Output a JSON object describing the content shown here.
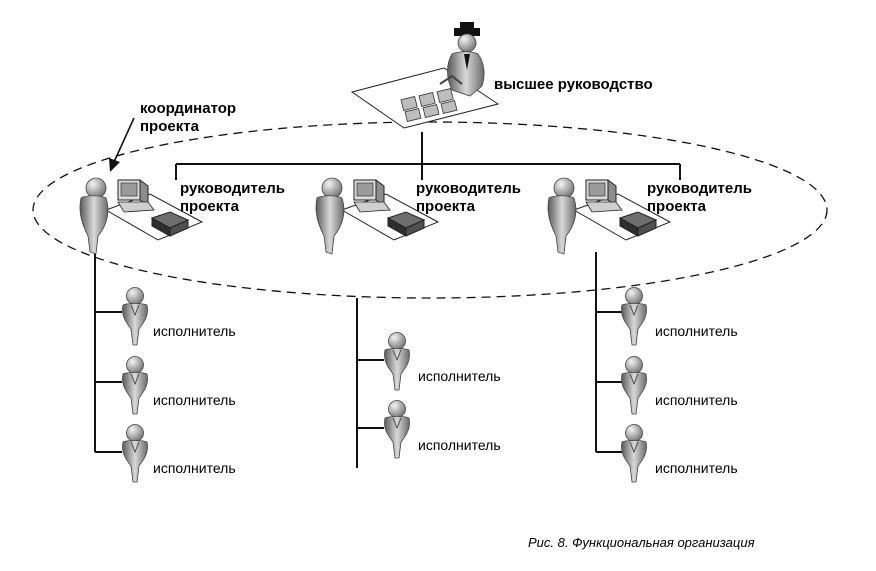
{
  "top_management": "высшее руководство",
  "coordinator": [
    "координатор",
    "проекта"
  ],
  "project_manager": [
    "руководитель",
    "проекта"
  ],
  "performer": "исполнитель",
  "caption": "Рис. 8. Функциональная организация",
  "icons": {
    "top": "executive-at-desk-icon",
    "manager": "manager-at-computer-icon",
    "performer": "person-icon"
  }
}
